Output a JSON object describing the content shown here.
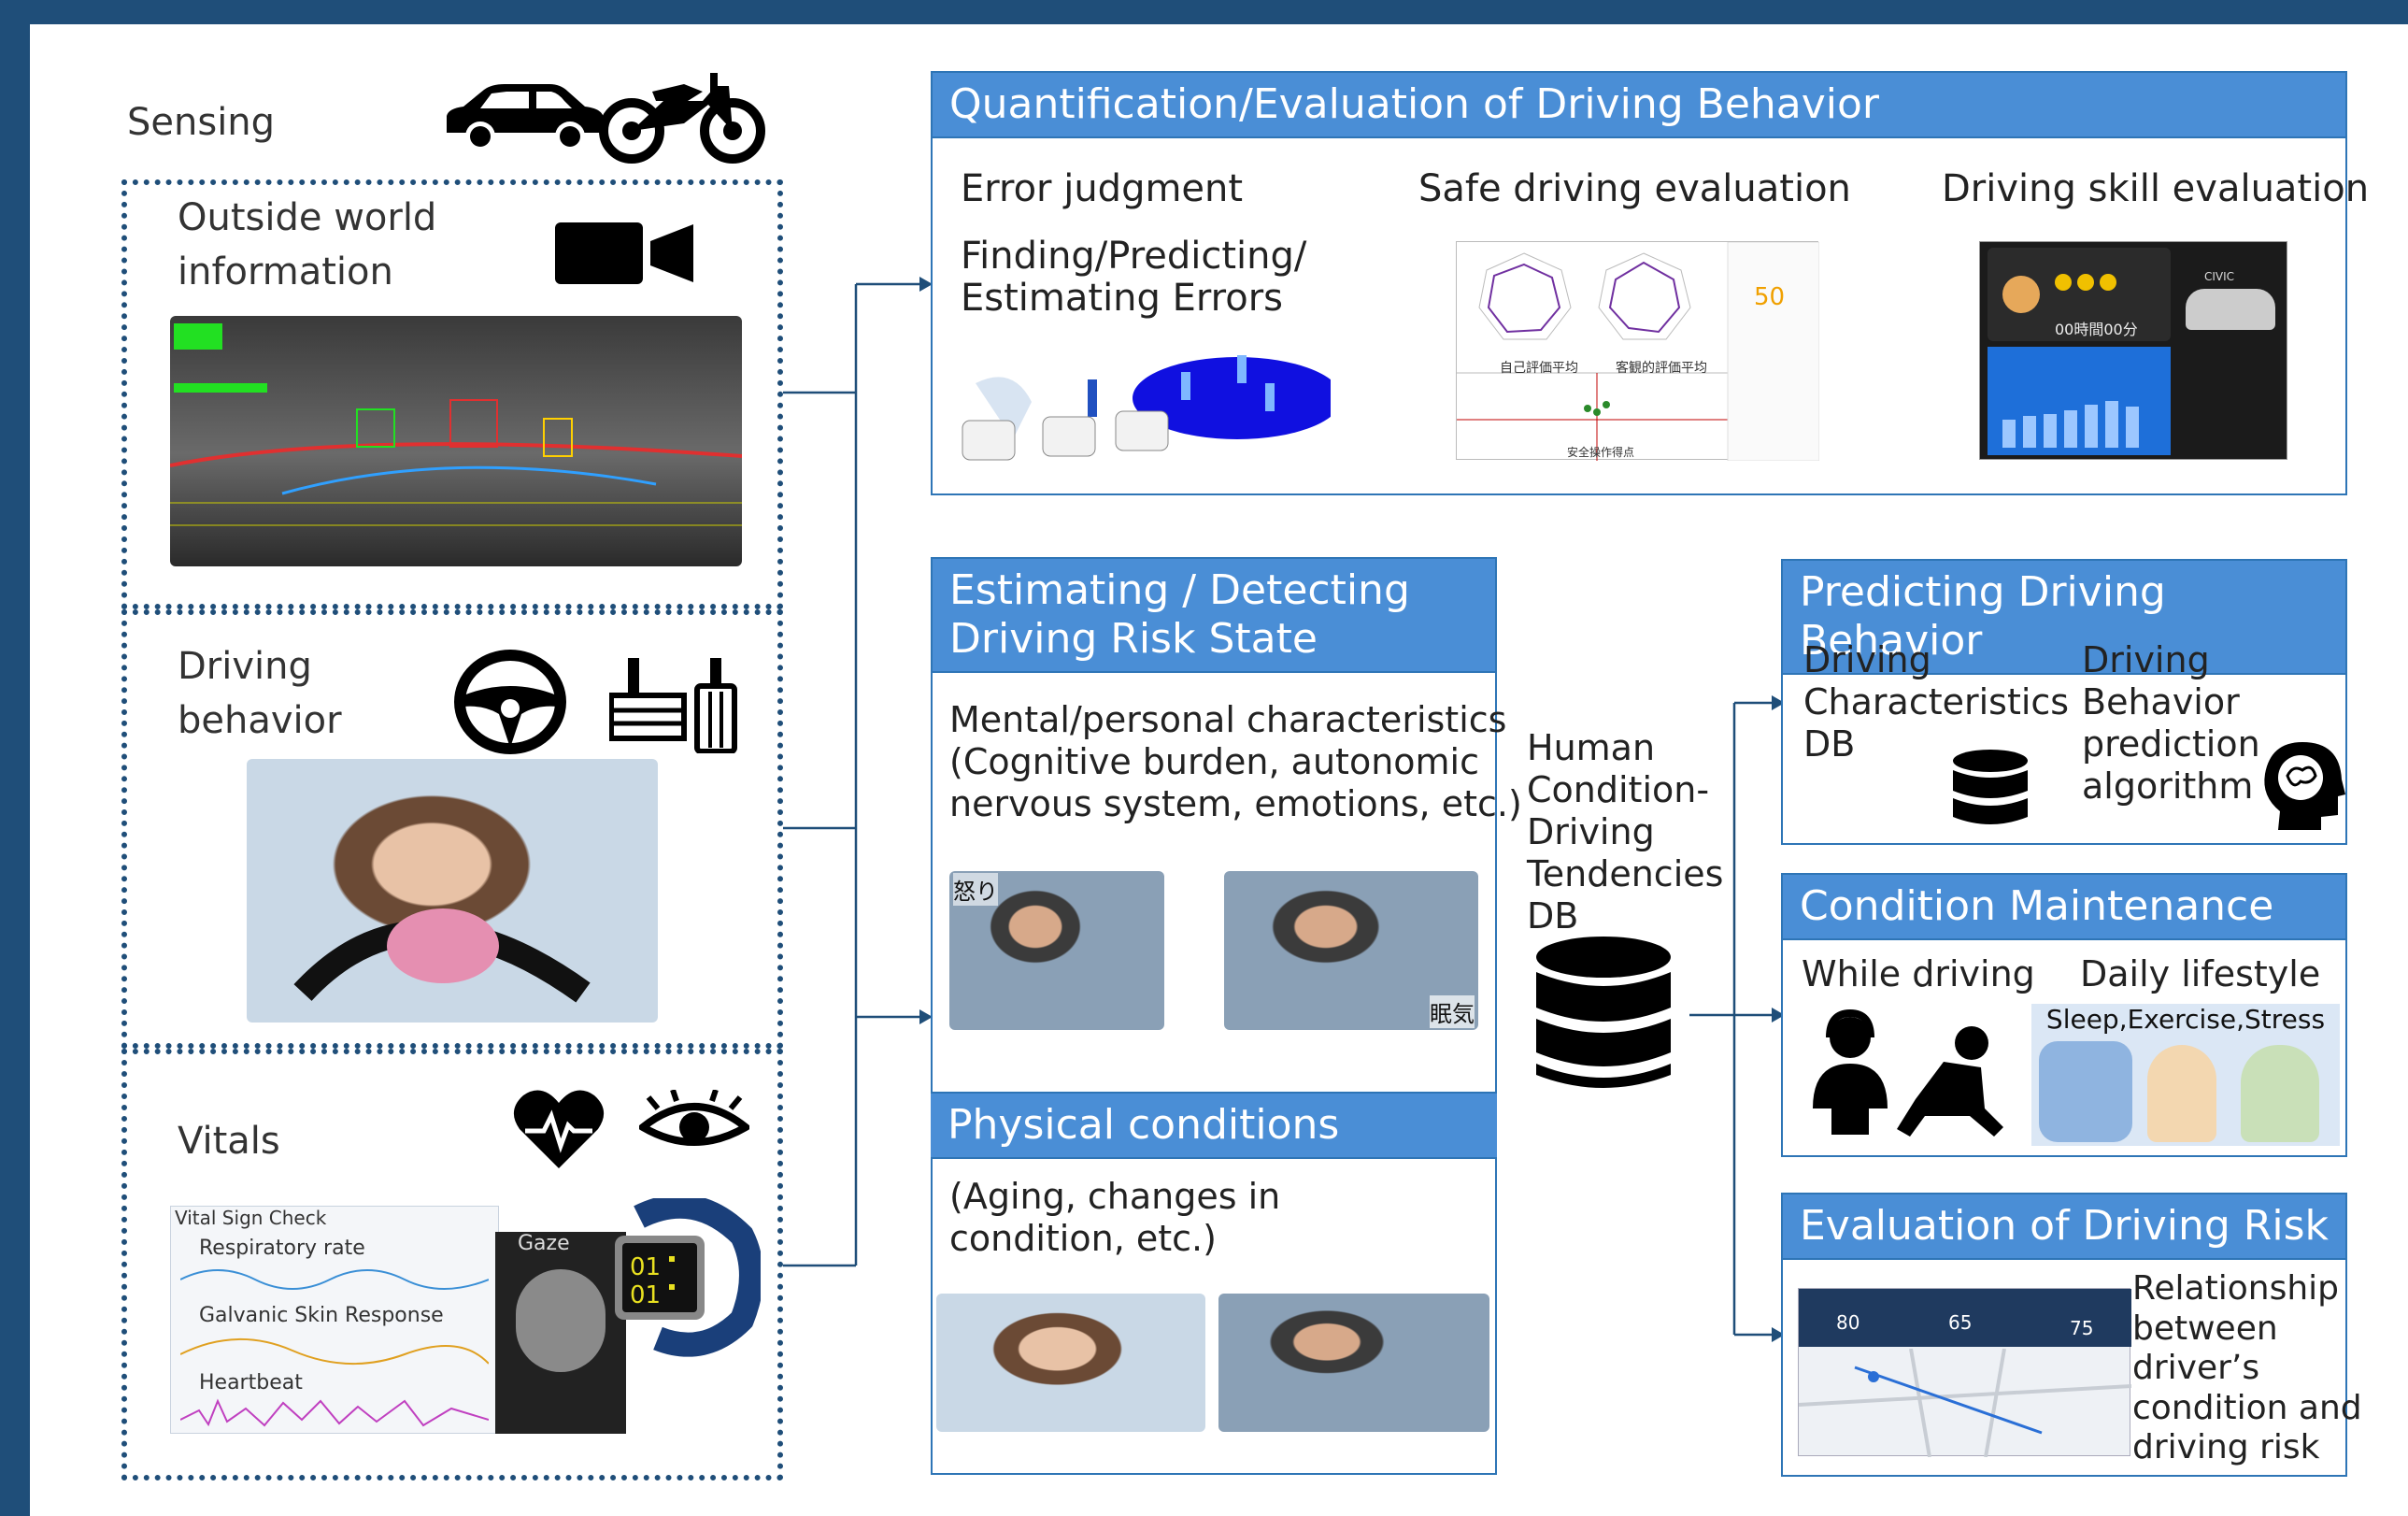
{
  "sensing": {
    "title": "Sensing",
    "outside": "Outside world\ninformation",
    "behavior": "Driving\nbehavior",
    "vitals": "Vitals",
    "vitals_panel": {
      "header": "Vital Sign Check",
      "rows": [
        "Respiratory rate",
        "Galvanic Skin Response",
        "Heartbeat"
      ],
      "gaze": "Gaze"
    }
  },
  "quantification": {
    "title": "Quantification/Evaluation of Driving Behavior",
    "error_judgment": "Error judgment",
    "error_detail": "Finding/Predicting/\nEstimating Errors",
    "safe_eval": "Safe driving evaluation",
    "skill_eval": "Driving skill evaluation",
    "safe_panel": {
      "self_label": "自己評価平均",
      "objective_label": "客観的評価平均",
      "score": "50",
      "axis_label": "安全操作得点"
    },
    "skill_panel": {
      "time": "00時間00分",
      "model": "CIVIC"
    }
  },
  "risk_state": {
    "title": "Estimating / Detecting\nDriving Risk State",
    "mental": "Mental/personal characteristics\n(Cognitive burden, autonomic\nnervous system, emotions, etc.)",
    "tag_anger": "怒り",
    "tag_sleepy": "眠気"
  },
  "physical": {
    "title": "Physical conditions",
    "detail": "(Aging, changes in\ncondition, etc.)"
  },
  "db": {
    "label": "Human\nCondition-\nDriving\nTendencies\nDB"
  },
  "predicting": {
    "title": "Predicting Driving Behavior",
    "characteristics": "Driving\nCharacteristics\nDB",
    "algorithm": "Driving\nBehavior\nprediction\nalgorithm"
  },
  "maintenance": {
    "title": "Condition Maintenance",
    "while_driving": "While driving",
    "daily": "Daily lifestyle",
    "daily_detail": "Sleep,Exercise,Stress"
  },
  "risk_eval": {
    "title": "Evaluation of Driving Risk",
    "detail": "Relationship\nbetween\ndriver’s\ncondition and\ndriving risk",
    "scores": [
      "80",
      "65",
      "75"
    ]
  },
  "colors": {
    "frame": "#1f4e79",
    "header": "#4a8ed6",
    "border": "#2e75b6"
  }
}
